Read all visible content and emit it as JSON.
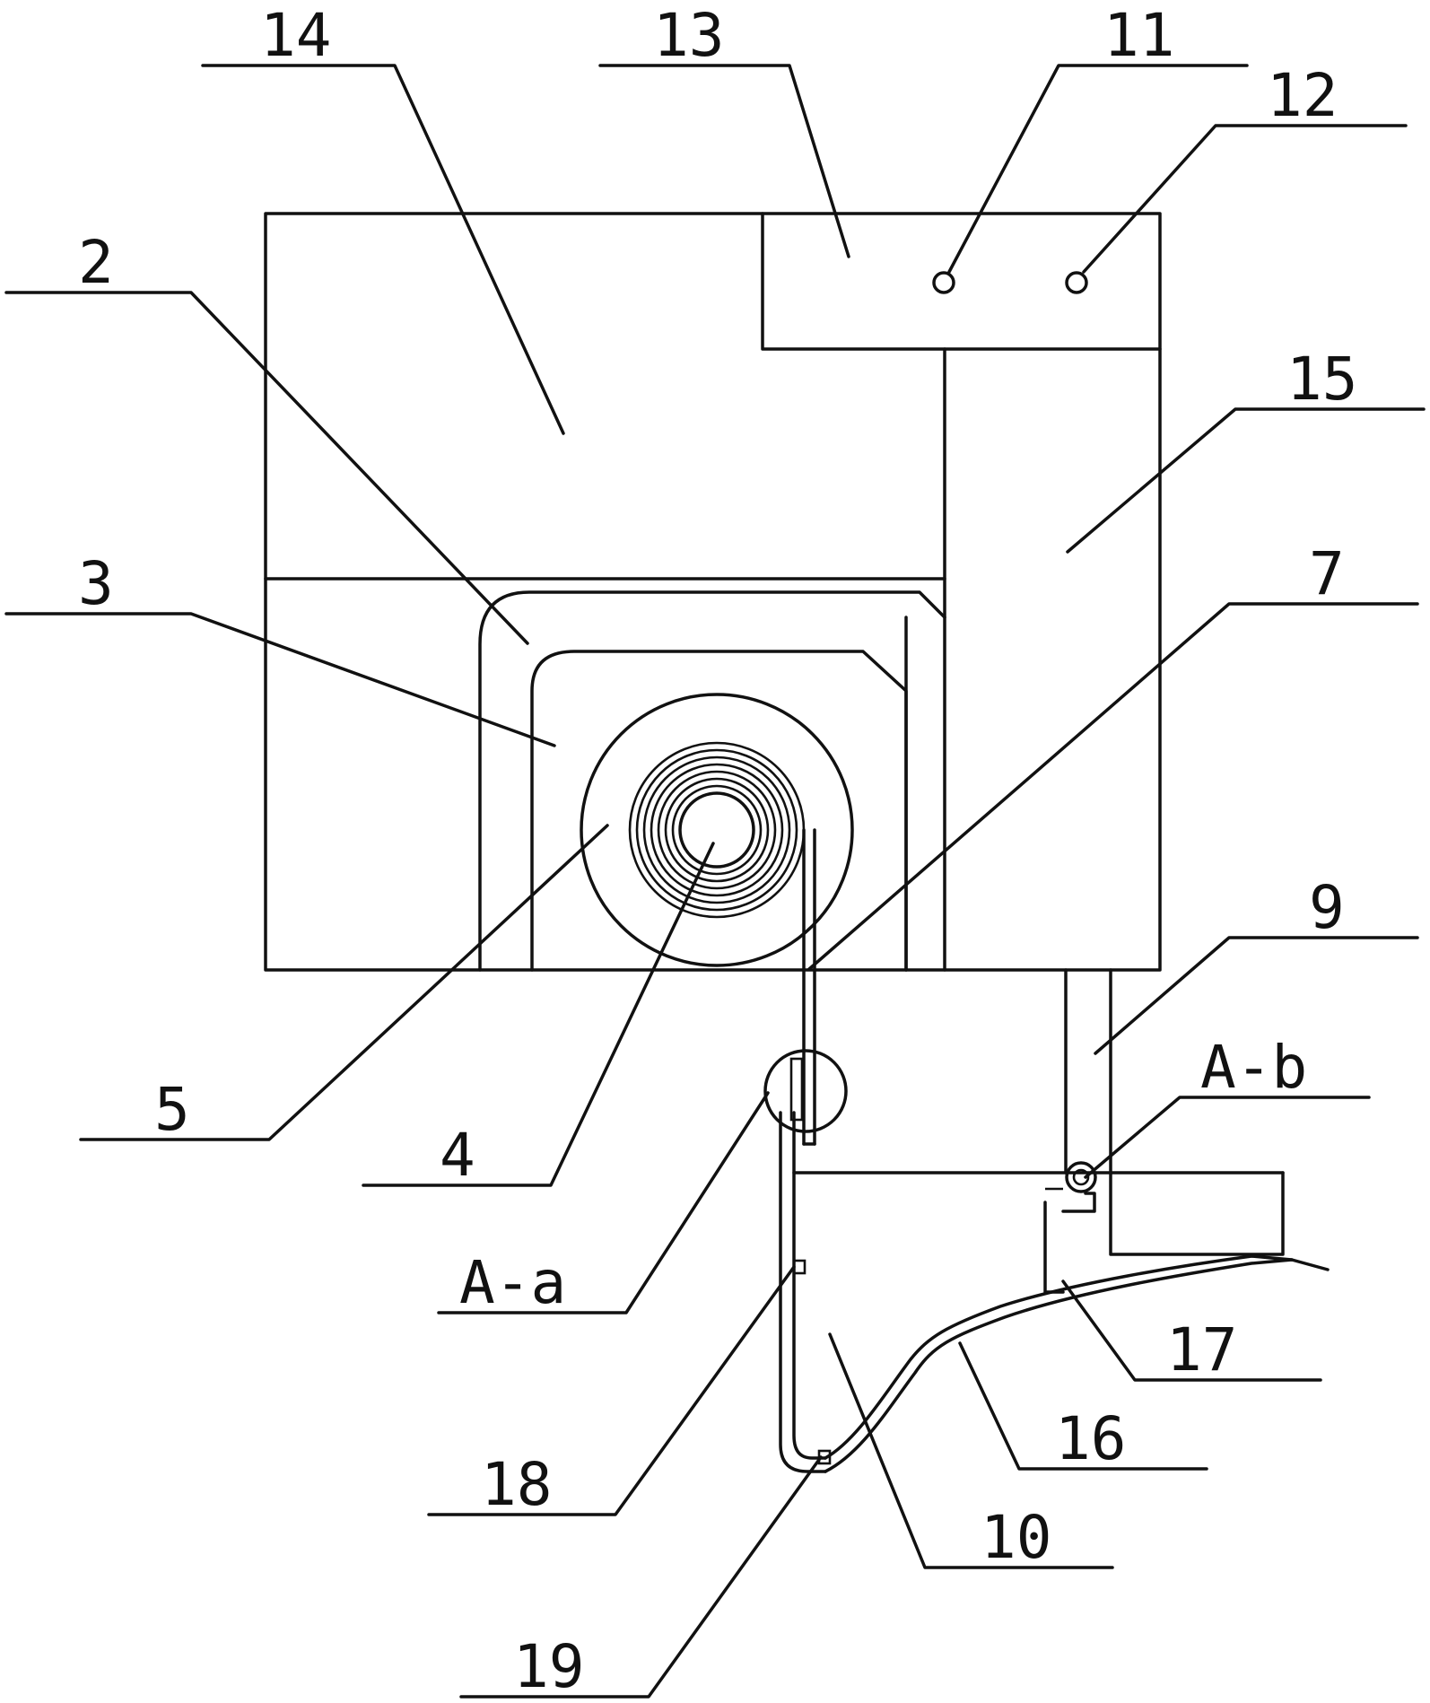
{
  "diagram": {
    "callouts": [
      {
        "id": "c14",
        "text": "14"
      },
      {
        "id": "c13",
        "text": "13"
      },
      {
        "id": "c11",
        "text": "11"
      },
      {
        "id": "c12",
        "text": "12"
      },
      {
        "id": "c2",
        "text": "2"
      },
      {
        "id": "c15",
        "text": "15"
      },
      {
        "id": "c3",
        "text": "3"
      },
      {
        "id": "c7",
        "text": "7"
      },
      {
        "id": "c9",
        "text": "9"
      },
      {
        "id": "cAb",
        "text": "A-b"
      },
      {
        "id": "c5",
        "text": "5"
      },
      {
        "id": "c4",
        "text": "4"
      },
      {
        "id": "cAa",
        "text": "A-a"
      },
      {
        "id": "c17",
        "text": "17"
      },
      {
        "id": "c16",
        "text": "16"
      },
      {
        "id": "c18",
        "text": "18"
      },
      {
        "id": "c10",
        "text": "10"
      },
      {
        "id": "c19",
        "text": "19"
      }
    ]
  }
}
